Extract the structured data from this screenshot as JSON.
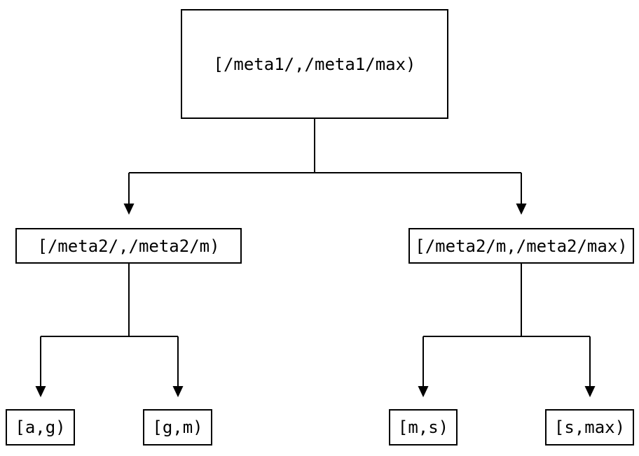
{
  "diagram": {
    "type": "tree",
    "nodes": {
      "root": {
        "label": "[/meta1/,/meta1/max)"
      },
      "left_child": {
        "label": "[/meta2/,/meta2/m)"
      },
      "right_child": {
        "label": "[/meta2/m,/meta2/max)"
      },
      "leaf_a_g": {
        "label": "[a,g)"
      },
      "leaf_g_m": {
        "label": "[g,m)"
      },
      "leaf_m_s": {
        "label": "[m,s)"
      },
      "leaf_s_max": {
        "label": "[s,max)"
      }
    },
    "edges": [
      {
        "from": "root",
        "to": "left_child"
      },
      {
        "from": "root",
        "to": "right_child"
      },
      {
        "from": "left_child",
        "to": "leaf_a_g"
      },
      {
        "from": "left_child",
        "to": "leaf_g_m"
      },
      {
        "from": "right_child",
        "to": "leaf_m_s"
      },
      {
        "from": "right_child",
        "to": "leaf_s_max"
      }
    ],
    "colors": {
      "background": "#ffffff",
      "line": "#000000",
      "box_border": "#000000",
      "text": "#000000"
    }
  }
}
